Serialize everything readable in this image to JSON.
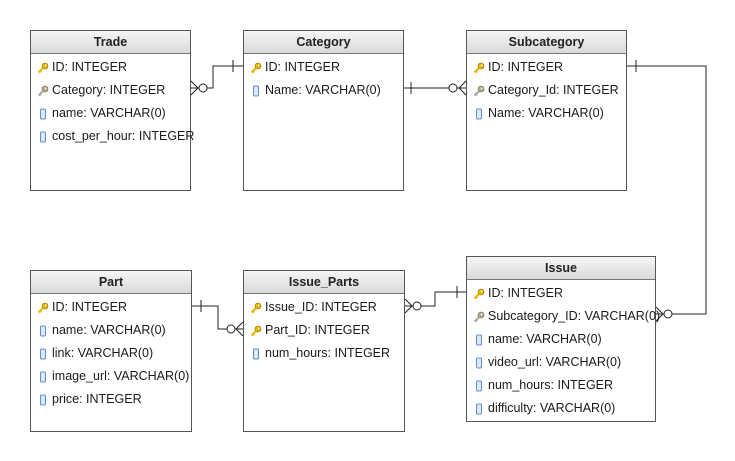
{
  "tables": {
    "trade": {
      "title": "Trade",
      "fields": [
        {
          "icon": "primary-key-icon",
          "text": "ID: INTEGER"
        },
        {
          "icon": "foreign-key-icon",
          "text": "Category: INTEGER"
        },
        {
          "icon": "column-icon",
          "text": "name: VARCHAR(0)"
        },
        {
          "icon": "column-icon",
          "text": "cost_per_hour: INTEGER"
        }
      ]
    },
    "category": {
      "title": "Category",
      "fields": [
        {
          "icon": "primary-key-icon",
          "text": "ID: INTEGER"
        },
        {
          "icon": "column-icon",
          "text": "Name: VARCHAR(0)"
        }
      ]
    },
    "subcategory": {
      "title": "Subcategory",
      "fields": [
        {
          "icon": "primary-key-icon",
          "text": "ID: INTEGER"
        },
        {
          "icon": "foreign-key-icon",
          "text": "Category_Id: INTEGER"
        },
        {
          "icon": "column-icon",
          "text": "Name: VARCHAR(0)"
        }
      ]
    },
    "part": {
      "title": "Part",
      "fields": [
        {
          "icon": "primary-key-icon",
          "text": "ID: INTEGER"
        },
        {
          "icon": "column-icon",
          "text": "name: VARCHAR(0)"
        },
        {
          "icon": "column-icon",
          "text": "link: VARCHAR(0)"
        },
        {
          "icon": "column-icon",
          "text": "image_url: VARCHAR(0)"
        },
        {
          "icon": "column-icon",
          "text": "price: INTEGER"
        }
      ]
    },
    "issue_parts": {
      "title": "Issue_Parts",
      "fields": [
        {
          "icon": "primary-key-icon",
          "text": "Issue_ID: INTEGER"
        },
        {
          "icon": "primary-key-icon",
          "text": "Part_ID: INTEGER"
        },
        {
          "icon": "column-icon",
          "text": "num_hours: INTEGER"
        }
      ]
    },
    "issue": {
      "title": "Issue",
      "fields": [
        {
          "icon": "primary-key-icon",
          "text": "ID: INTEGER"
        },
        {
          "icon": "foreign-key-icon",
          "text": "Subcategory_ID: VARCHAR(0)"
        },
        {
          "icon": "column-icon",
          "text": "name: VARCHAR(0)"
        },
        {
          "icon": "column-icon",
          "text": "video_url: VARCHAR(0)"
        },
        {
          "icon": "column-icon",
          "text": "num_hours: INTEGER"
        },
        {
          "icon": "column-icon",
          "text": "difficulty: VARCHAR(0)"
        }
      ]
    }
  },
  "relationships": [
    {
      "from": "category",
      "to": "trade",
      "from_end": "one",
      "to_end": "zero-or-many"
    },
    {
      "from": "category",
      "to": "subcategory",
      "from_end": "one",
      "to_end": "zero-or-many"
    },
    {
      "from": "subcategory",
      "to": "issue",
      "from_end": "one",
      "to_end": "zero-or-many"
    },
    {
      "from": "issue",
      "to": "issue_parts",
      "from_end": "one",
      "to_end": "zero-or-many"
    },
    {
      "from": "part",
      "to": "issue_parts",
      "from_end": "one",
      "to_end": "zero-or-many"
    }
  ],
  "colors": {
    "key_gold": "#e8b400",
    "key_gray": "#a8a8a8",
    "column_blue": "#5b8fd0",
    "line": "#222222"
  }
}
